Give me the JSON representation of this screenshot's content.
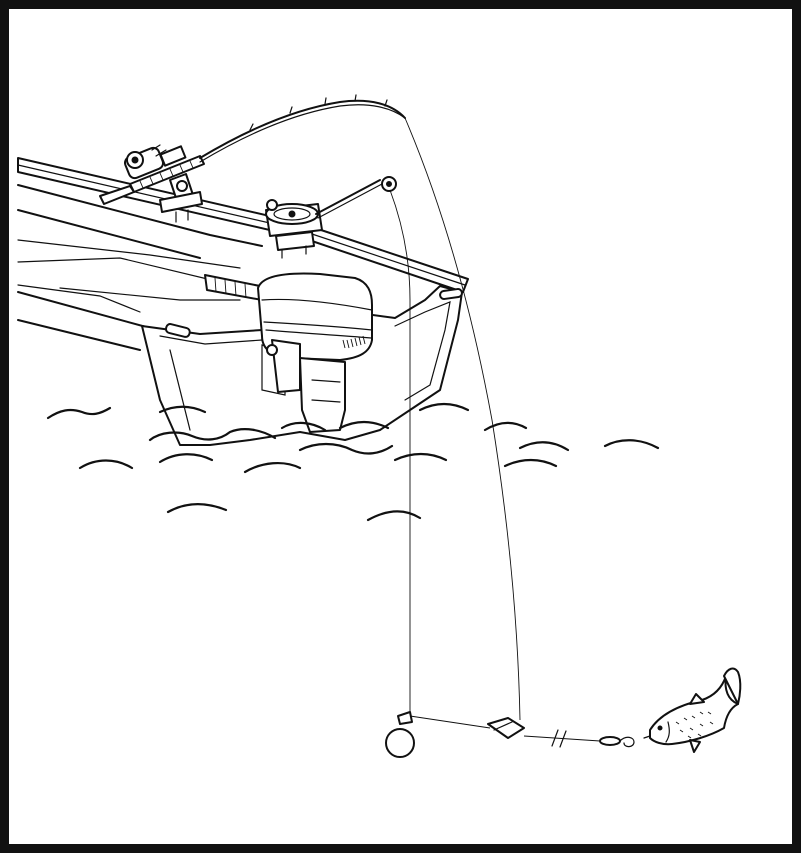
{
  "figure": {
    "caption": "",
    "components": [
      "boat-hull",
      "fishing-rod",
      "spinning-reel",
      "rod-holder",
      "downrigger-reel",
      "downrigger-boom",
      "outboard-motor",
      "water-waves",
      "downrigger-cable",
      "fishing-line",
      "cannonball-weight",
      "line-release-clip",
      "leader-line",
      "lure",
      "fish"
    ],
    "colors": {
      "ink": "#111111",
      "paper": "#ffffff"
    }
  }
}
